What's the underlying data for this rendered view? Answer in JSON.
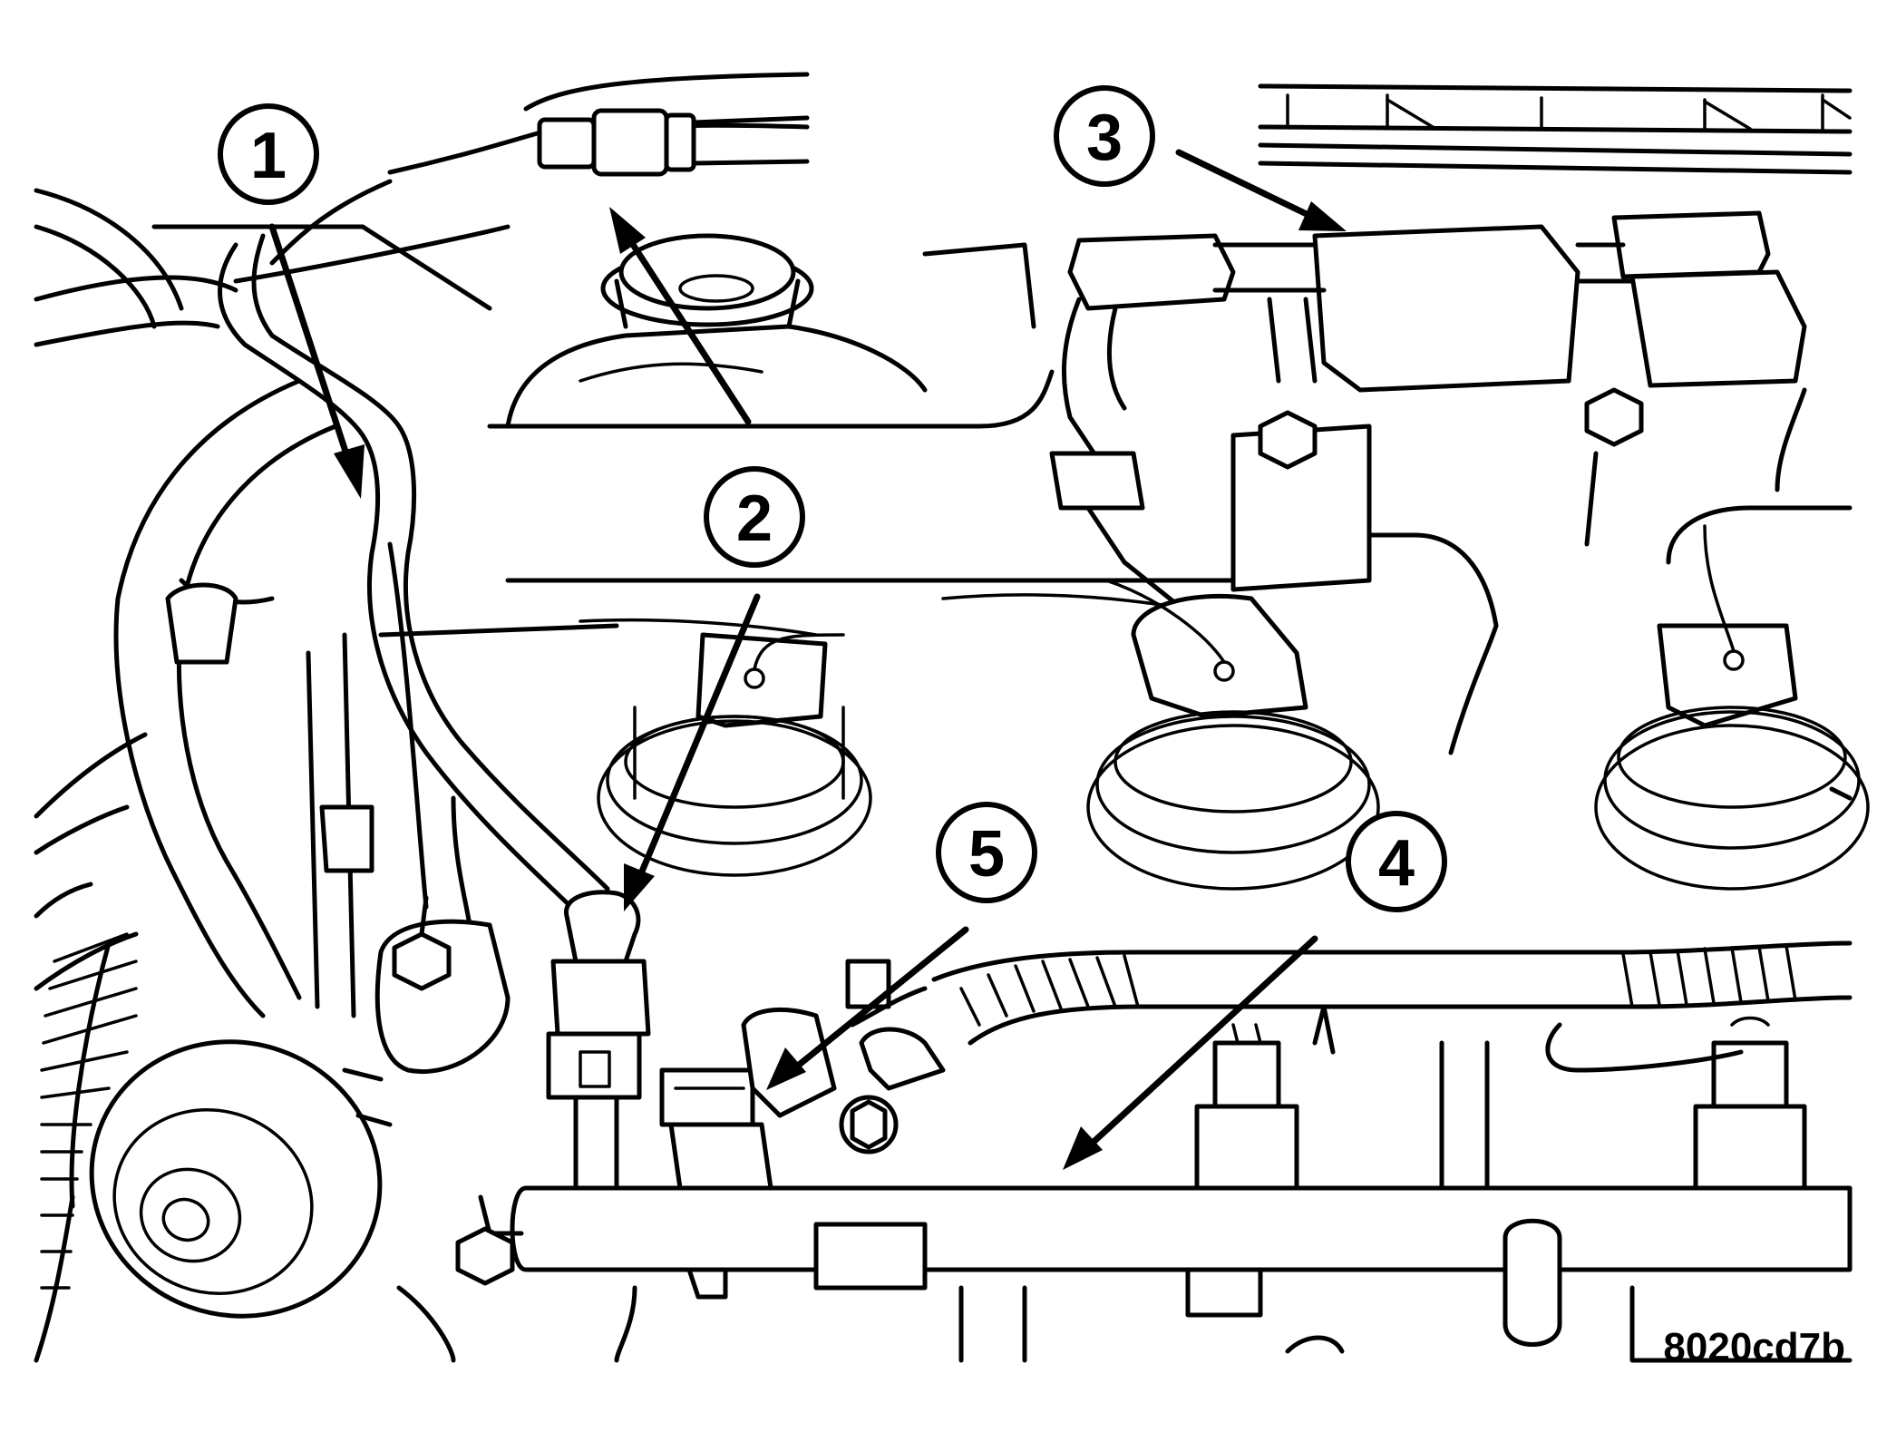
{
  "figure": {
    "figure_id": "8020cd7b",
    "callouts": [
      {
        "id": "callout-1",
        "label": "1"
      },
      {
        "id": "callout-2",
        "label": "2"
      },
      {
        "id": "callout-3",
        "label": "3"
      },
      {
        "id": "callout-4",
        "label": "4"
      },
      {
        "id": "callout-5",
        "label": "5"
      }
    ]
  }
}
